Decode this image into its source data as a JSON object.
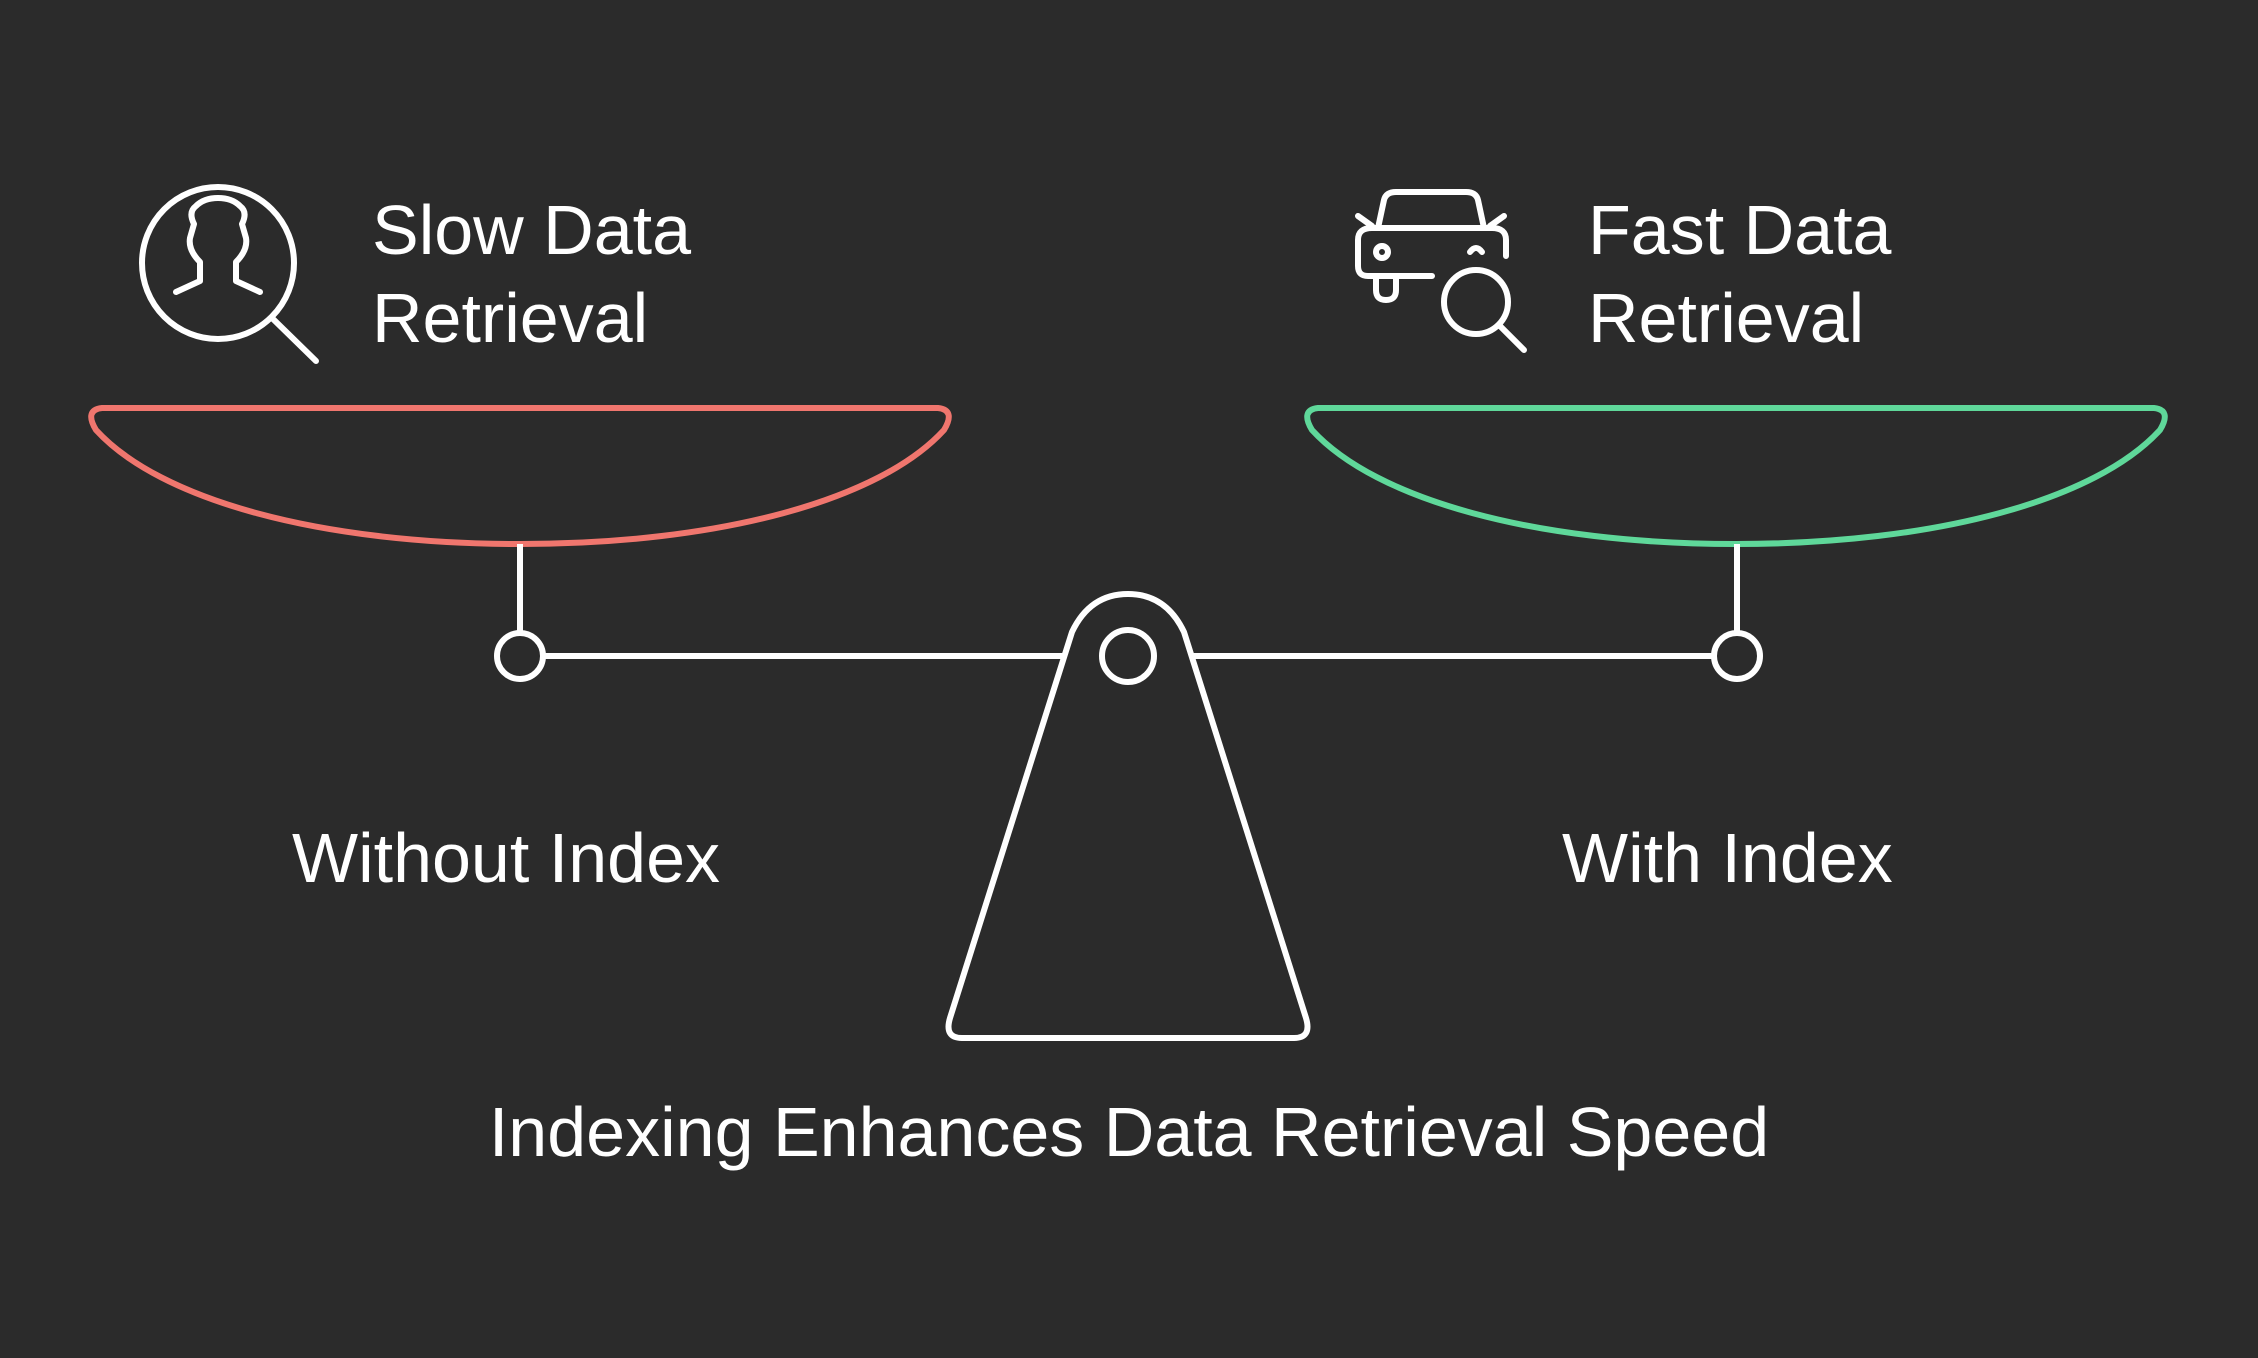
{
  "left_pan": {
    "title_line1": "Slow Data",
    "title_line2": "Retrieval",
    "side_label": "Without Index",
    "icon": "person-search-icon",
    "color": "#f0766e"
  },
  "right_pan": {
    "title_line1": "Fast Data",
    "title_line2": "Retrieval",
    "side_label": "With Index",
    "icon": "car-search-icon",
    "color": "#5fd89a"
  },
  "caption": "Indexing Enhances Data Retrieval Speed",
  "colors": {
    "background": "#2b2b2b",
    "stroke": "#ffffff"
  }
}
